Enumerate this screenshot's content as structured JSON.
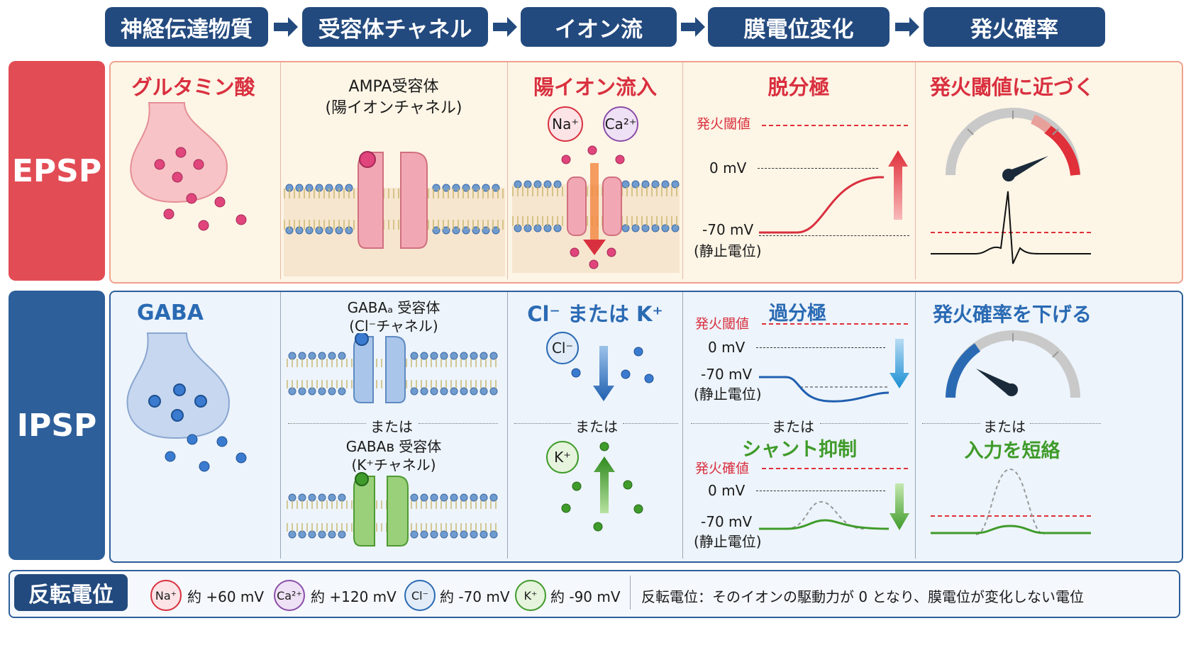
{
  "header_steps": [
    "神経伝達物質",
    "受容体チャネル",
    "イオン流",
    "膜電位変化",
    "発火確率"
  ],
  "rows": {
    "epsp_label": "EPSP",
    "ipsp_label": "IPSP"
  },
  "epsp": {
    "transmitter": "グルタミン酸",
    "receptor_line1": "AMPA受容体",
    "receptor_line2": "(陽イオンチャネル)",
    "ion_flow_title": "陽イオン流入",
    "ion_na": "Na⁺",
    "ion_ca": "Ca²⁺",
    "potential_title": "脱分極",
    "threshold_label": "発火閾値",
    "zero_label": "0 mV",
    "rest_label": "-70 mV",
    "rest_sub": "(静止電位)",
    "firing_title": "発火閾値に近づく"
  },
  "ipsp": {
    "transmitter": "GABA",
    "receptor_a_line1": "GABAₐ 受容体",
    "receptor_a_line2": "(Cl⁻チャネル)",
    "or_text": "または",
    "receptor_b_line1": "GABAʙ 受容体",
    "receptor_b_line2": "(K⁺チャネル)",
    "ion_flow_title": "Cl⁻ または K⁺",
    "ion_cl": "Cl⁻",
    "ion_k": "K⁺",
    "potential_title": "過分極",
    "threshold_label": "発火閾値",
    "zero_label": "0 mV",
    "rest_label": "-70 mV",
    "rest_sub": "(静止電位)",
    "shunt_title": "シャント抑制",
    "threshold2_label": "発火確値",
    "zero2_label": "0 mV",
    "rest2_label": "-70 mV",
    "rest2_sub": "(静止電位)",
    "firing_title": "発火確率を下げる",
    "firing_title2": "入力を短絡"
  },
  "legend": {
    "title": "反転電位",
    "items": [
      {
        "ion": "Na⁺",
        "value": "約 +60 mV",
        "color": "#d9303f"
      },
      {
        "ion": "Ca²⁺",
        "value": "約 +120 mV",
        "color": "#8a4fa8"
      },
      {
        "ion": "Cl⁻",
        "value": "約 -70 mV",
        "color": "#2a6ab3"
      },
      {
        "ion": "K⁺",
        "value": "約 -90 mV",
        "color": "#3f9b2a"
      }
    ],
    "note": "反転電位：そのイオンの駆動力が 0 となり、膜電位が変化しない電位"
  },
  "colors": {
    "header_bg": "#234a7e",
    "epsp_label_bg": "#e24c55",
    "ipsp_label_bg": "#2d5f9a",
    "epsp_panel_bg": "#fdf5e6",
    "ipsp_panel_bg": "#edf4fb",
    "red_accent": "#d9303f",
    "blue_accent": "#2a6ab3",
    "green_accent": "#3f9b2a"
  }
}
